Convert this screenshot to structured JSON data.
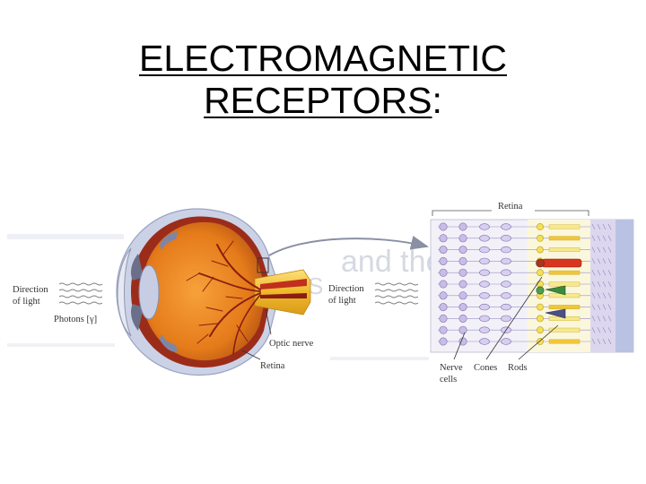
{
  "slide": {
    "title_line1": "ELECTROMAGNETIC",
    "title_line2": "RECEPTORS",
    "title_colon": ":"
  },
  "figure": {
    "left_direction": [
      "Direction",
      "of light"
    ],
    "photons": "Photons [γ]",
    "optic_nerve": "Optic nerve",
    "retina_label": "Retina",
    "right_direction": [
      "Direction",
      "of light"
    ],
    "retina_header": "Retina",
    "nerve_cells": [
      "Nerve",
      "cells"
    ],
    "cones": "Cones",
    "rods": "Rods",
    "ghost_text_1": "and the",
    "ghost_text_2": "S"
  },
  "colors": {
    "sclera": "#c9cfe3",
    "vitreous": "#e8831f",
    "vessel": "#8a1e12",
    "nerve": "#f2c230",
    "neuron": "#b8a9d6",
    "cone": "#f3df5a",
    "rod_red": "#d8351f",
    "epithelium": "#b9c2e2"
  }
}
